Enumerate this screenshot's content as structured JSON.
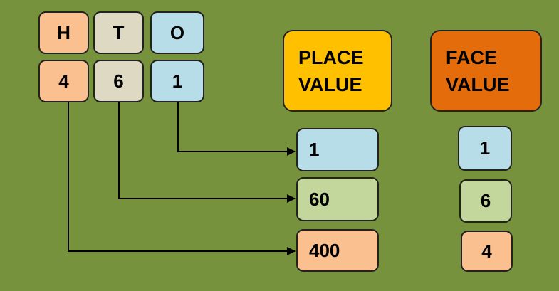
{
  "colors": {
    "background": "#76923c",
    "hundreds": "#fac090",
    "tens_header": "#ddd9c3",
    "ones": "#b7dde8",
    "tens_value": "#c3d69b",
    "place_value_header": "#ffc000",
    "face_value_header": "#e46c0a"
  },
  "place_headers": {
    "hundreds": "H",
    "tens": "T",
    "ones": "O"
  },
  "digits": {
    "hundreds": "4",
    "tens": "6",
    "ones": "1"
  },
  "place_value": {
    "line1": "PLACE",
    "line2": "VALUE",
    "values": [
      "1",
      "60",
      "400"
    ]
  },
  "face_value": {
    "line1": "FACE",
    "line2": "VALUE",
    "values": [
      "1",
      "6",
      "4"
    ]
  }
}
